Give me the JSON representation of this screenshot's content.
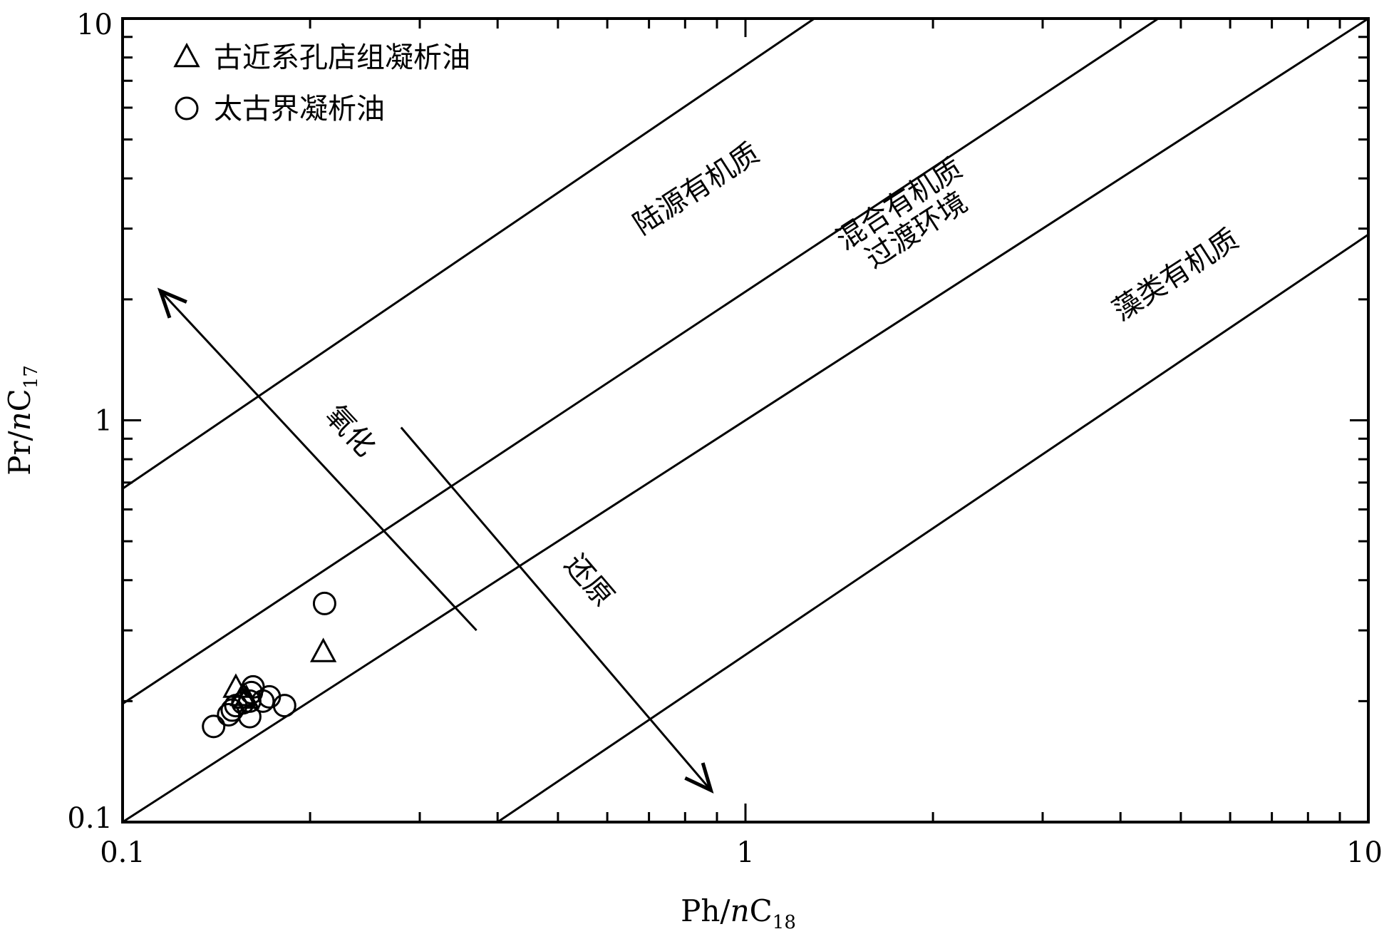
{
  "chart_data": {
    "type": "scatter",
    "x_scale": "log",
    "y_scale": "log",
    "xlim": [
      0.1,
      10
    ],
    "ylim": [
      0.1,
      10
    ],
    "x_ticks": [
      {
        "value": 0.1,
        "label": "0.1"
      },
      {
        "value": 1,
        "label": "1"
      },
      {
        "value": 10,
        "label": "10"
      }
    ],
    "y_ticks": [
      {
        "value": 0.1,
        "label": "0.1"
      },
      {
        "value": 1,
        "label": "1"
      },
      {
        "value": 10,
        "label": "10"
      }
    ],
    "xlabel": {
      "main": "Ph/",
      "italic": "n",
      "letter": "C",
      "sub": "18"
    },
    "ylabel": {
      "main": "Pr/",
      "italic": "n",
      "letter": "C",
      "sub": "17"
    },
    "legend_position": "top-left",
    "series": [
      {
        "name": "古近系孔店组凝析油",
        "marker": "triangle",
        "points": [
          [
            0.152,
            0.216
          ],
          [
            0.156,
            0.206
          ],
          [
            0.158,
            0.203
          ],
          [
            0.21,
            0.265
          ]
        ]
      },
      {
        "name": "太古界凝析油",
        "marker": "circle",
        "points": [
          [
            0.211,
            0.35
          ],
          [
            0.14,
            0.173
          ],
          [
            0.148,
            0.185
          ],
          [
            0.152,
            0.195
          ],
          [
            0.156,
            0.198
          ],
          [
            0.16,
            0.2
          ],
          [
            0.161,
            0.21
          ],
          [
            0.162,
            0.217
          ],
          [
            0.16,
            0.183
          ],
          [
            0.168,
            0.2
          ],
          [
            0.172,
            0.205
          ],
          [
            0.182,
            0.195
          ],
          [
            0.15,
            0.19
          ]
        ]
      }
    ],
    "boundary_lines": [
      {
        "from": [
          0.1,
          0.676
        ],
        "to": [
          1.29,
          10
        ]
      },
      {
        "from": [
          0.1,
          0.197
        ],
        "to": [
          4.6,
          10
        ]
      },
      {
        "from": [
          0.1,
          0.1
        ],
        "to": [
          10,
          10
        ]
      },
      {
        "from": [
          0.4,
          0.1
        ],
        "to": [
          10,
          2.9
        ]
      }
    ],
    "arrows": [
      {
        "label": "氧化",
        "from": [
          0.37,
          0.3
        ],
        "to": [
          0.115,
          2.1
        ]
      },
      {
        "label": "还原",
        "from": [
          0.28,
          0.96
        ],
        "to": [
          0.88,
          0.12
        ]
      }
    ],
    "indicator_ticks": [],
    "region_labels": [
      {
        "lines": [
          "陆源有机质"
        ],
        "at": [
          0.85,
          3.6
        ]
      },
      {
        "lines": [
          "混合有机质",
          "过渡环境"
        ],
        "at": [
          1.8,
          3.3
        ]
      },
      {
        "lines": [
          "藻类有机质"
        ],
        "at": [
          5.0,
          2.2
        ]
      }
    ]
  }
}
